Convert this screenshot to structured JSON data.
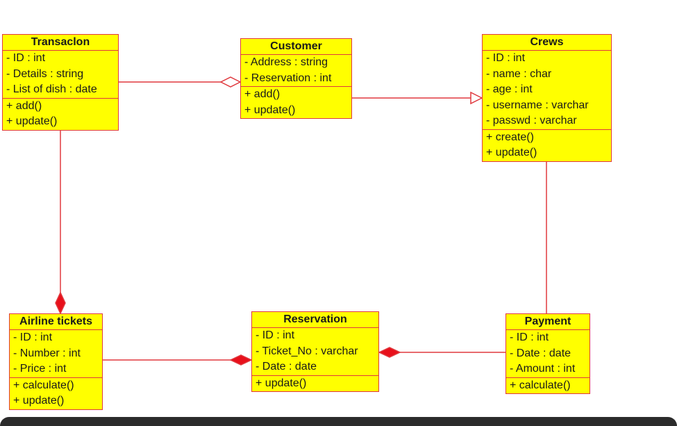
{
  "colors": {
    "class_fill": "#ffff00",
    "class_border": "#e0393e",
    "connector": "#e0393e",
    "background": "#ffffff"
  },
  "classes": {
    "transaction": {
      "name": "Transaclon",
      "attributes": [
        "- ID : int",
        "- Details : string",
        "- List of dish : date"
      ],
      "operations": [
        "+ add()",
        "+ update()"
      ]
    },
    "customer": {
      "name": "Customer",
      "attributes": [
        "- Address : string",
        "- Reservation : int"
      ],
      "operations": [
        "+ add()",
        "+ update()"
      ]
    },
    "crews": {
      "name": "Crews",
      "attributes": [
        "- ID : int",
        "- name : char",
        "- age : int",
        "- username : varchar",
        "- passwd : varchar"
      ],
      "operations": [
        "+ create()",
        "+ update()"
      ]
    },
    "airline_tickets": {
      "name": "Airline tickets",
      "attributes": [
        "- ID : int",
        "- Number : int",
        "- Price : int"
      ],
      "operations": [
        "+ calculate()",
        "+ update()"
      ]
    },
    "reservation": {
      "name": "Reservation",
      "attributes": [
        "- ID : int",
        "- Ticket_No : varchar",
        "- Date : date"
      ],
      "operations": [
        "+ update()"
      ]
    },
    "payment": {
      "name": "Payment",
      "attributes": [
        "- ID : int",
        "- Date : date",
        "- Amount : int"
      ],
      "operations": [
        "+ calculate()"
      ]
    }
  },
  "relations": [
    {
      "from": "Transaclon",
      "to": "Customer",
      "type": "aggregation"
    },
    {
      "from": "Customer",
      "to": "Crews",
      "type": "generalization"
    },
    {
      "from": "Transaclon",
      "to": "Airline tickets",
      "type": "composition"
    },
    {
      "from": "Airline tickets",
      "to": "Reservation",
      "type": "composition"
    },
    {
      "from": "Payment",
      "to": "Reservation",
      "type": "composition"
    },
    {
      "from": "Crews",
      "to": "Payment",
      "type": "association"
    }
  ]
}
